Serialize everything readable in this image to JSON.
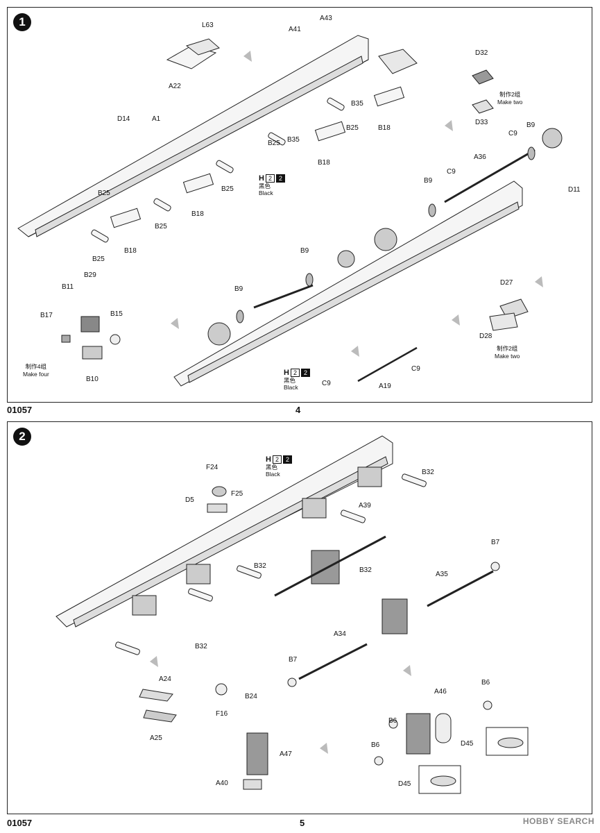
{
  "page": {
    "code": "01057",
    "watermark": "HOBBY SEARCH"
  },
  "step1": {
    "number": "1",
    "page_number": "4",
    "labels": [
      "L63",
      "A22",
      "A41",
      "A43",
      "D14",
      "A1",
      "B35",
      "B25",
      "B18",
      "B25",
      "B35",
      "B25",
      "B18",
      "B25",
      "B18",
      "B25",
      "B18",
      "B25",
      "D32",
      "D33",
      "C9",
      "B9",
      "A36",
      "C9",
      "B9",
      "D11",
      "B9",
      "B9",
      "B29",
      "B11",
      "B17",
      "B15",
      "B10",
      "D27",
      "D28",
      "C9",
      "C9",
      "A19"
    ],
    "notes": {
      "make_two_cn": "制作2组",
      "make_two_en": "Make two",
      "make_two2_cn": "制作2组",
      "make_two2_en": "Make two",
      "make_four_cn": "制作4组",
      "make_four_en": "Make four"
    },
    "color_note_a": {
      "letter": "H",
      "box1": "2",
      "box2": "2",
      "cn": "黑色",
      "en": "Black"
    },
    "color_note_b": {
      "letter": "H",
      "box1": "2",
      "box2": "2",
      "cn": "黑色",
      "en": "Black"
    }
  },
  "step2": {
    "number": "2",
    "page_number": "5",
    "labels": [
      "F24",
      "F25",
      "D5",
      "B32",
      "A39",
      "B32",
      "B32",
      "B32",
      "B7",
      "A35",
      "A34",
      "B7",
      "A24",
      "A25",
      "B24",
      "F16",
      "A47",
      "A40",
      "A46",
      "B6",
      "B6",
      "B6",
      "D45",
      "D45"
    ],
    "color_note": {
      "letter": "H",
      "box1": "2",
      "box2": "2",
      "cn": "黑色",
      "en": "Black"
    }
  }
}
